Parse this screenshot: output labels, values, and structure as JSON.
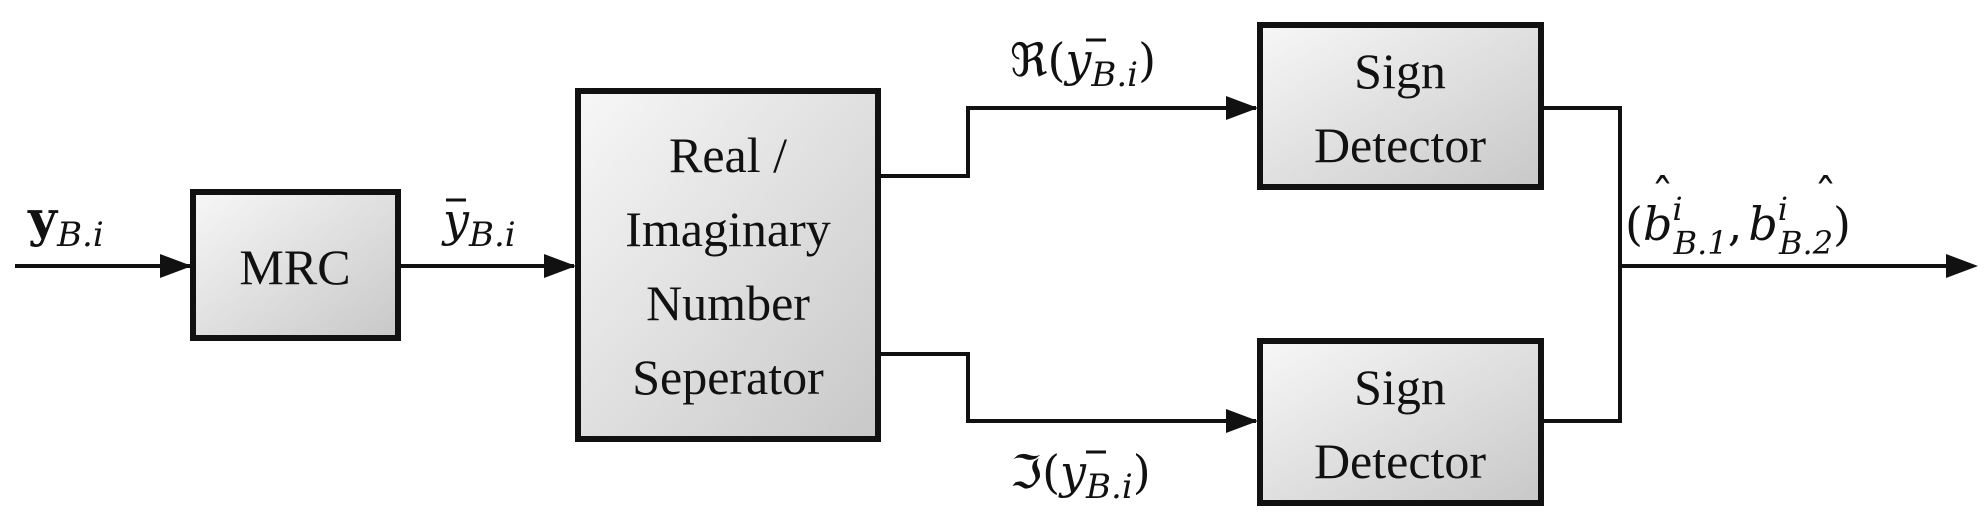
{
  "diagram": {
    "input_signal": "y",
    "input_subscript": "B.i",
    "mrc_label": "MRC",
    "mrc_output_signal": "y",
    "mrc_output_subscript": "B.i",
    "separator_lines": [
      "Real /",
      "Imaginary",
      "Number",
      "Seperator"
    ],
    "real_part_symbol": "ℜ(",
    "real_part_signal": "y",
    "real_part_subscript": "B.i",
    "real_part_close": ")",
    "imag_part_symbol": "ℑ(",
    "imag_part_signal": "y",
    "imag_part_subscript": "B.i",
    "imag_part_close": ")",
    "detector_top_lines": [
      "Sign",
      "Detector"
    ],
    "detector_bottom_lines": [
      "Sign",
      "Detector"
    ],
    "output_open": "(",
    "output_b1": "b",
    "output_b1_sup": "i",
    "output_b1_sub": "B.1",
    "output_comma": ",",
    "output_b2": "b",
    "output_b2_sup": "i",
    "output_b2_sub": "B.2",
    "output_close": ")"
  },
  "colors": {
    "box_fill_light": "#f7f7f7",
    "box_fill_dark": "#c8c8c8",
    "stroke": "#111111"
  }
}
